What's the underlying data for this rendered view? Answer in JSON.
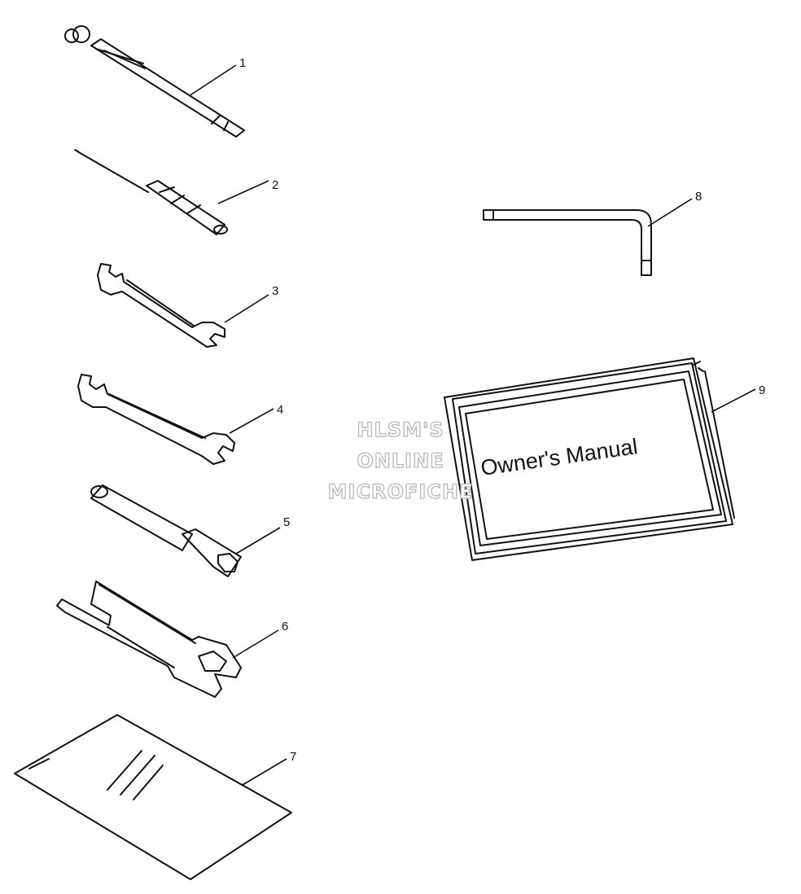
{
  "callouts": {
    "p1": "1",
    "p2": "2",
    "p3": "3",
    "p4": "4",
    "p5": "5",
    "p6": "6",
    "p7": "7",
    "p8": "8",
    "p9": "9"
  },
  "manual": {
    "title": "Owner's Manual"
  },
  "watermark": {
    "line1": "HLSM'S",
    "line2": "ONLINE",
    "line3": "MICROFICHE"
  }
}
